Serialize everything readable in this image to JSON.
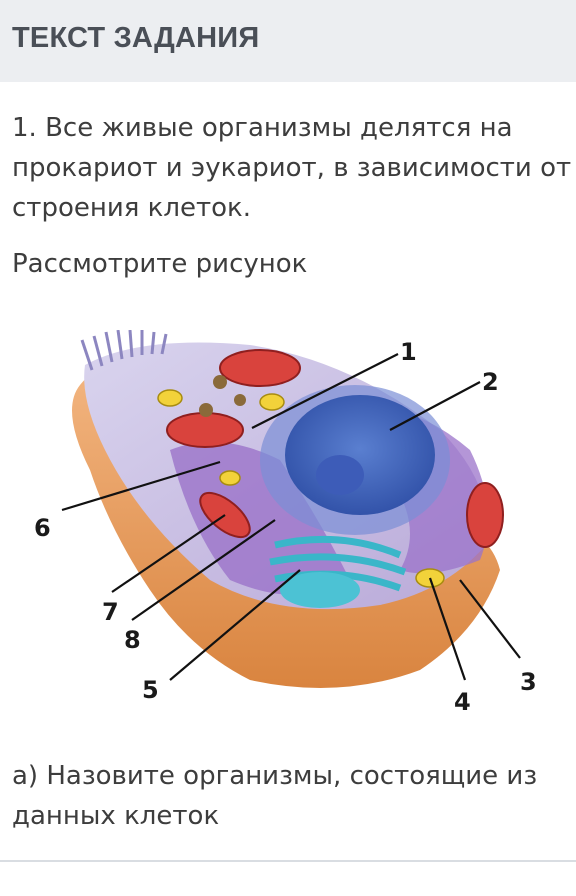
{
  "header": {
    "title": "ТЕКСТ ЗАДАНИЯ"
  },
  "task": {
    "paragraph1": "1. Все живые организмы делятся на прокариот и эукариот, в зависимости от строения клеток.",
    "paragraph2": "Рассмотрите рисунок",
    "question_a": "а) Назовите организмы, состоящие из данных клеток"
  },
  "figure": {
    "icon": "animal-cell-diagram",
    "labels": [
      "1",
      "2",
      "3",
      "4",
      "5",
      "6",
      "7",
      "8"
    ]
  }
}
